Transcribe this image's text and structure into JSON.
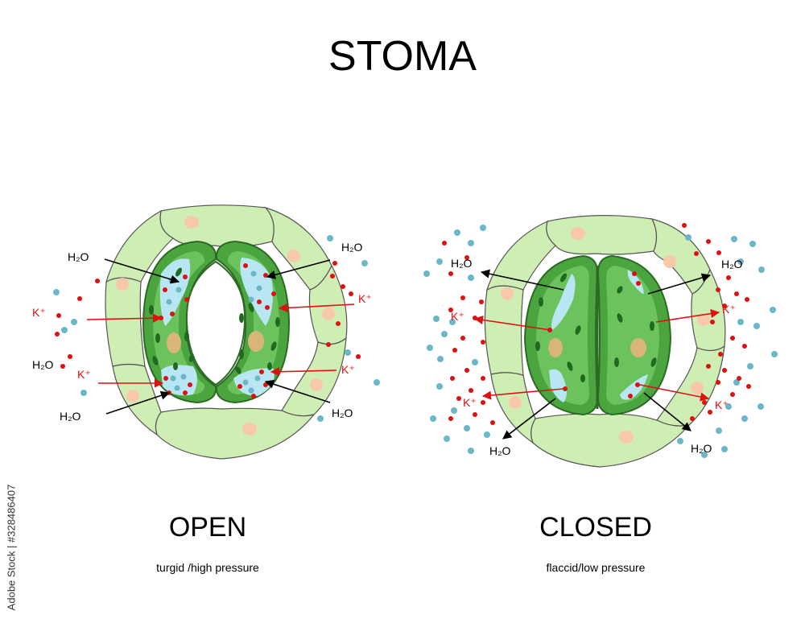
{
  "title": "STOMA",
  "watermark": "Adobe Stock | #328486407",
  "open": {
    "state_label": "OPEN",
    "description": "turgid /high pressure",
    "labels": {
      "water": "H₂O",
      "potassium": "K⁺"
    }
  },
  "closed": {
    "state_label": "CLOSED",
    "description": "flaccid/low pressure",
    "labels": {
      "water": "H₂O",
      "potassium": "K⁺"
    }
  },
  "colors": {
    "epidermal_cell": "#cfeeb3",
    "epidermal_outline": "#555555",
    "epidermal_nucleus": "#f7c9aa",
    "guard_cell_outer": "#4aa53f",
    "guard_cell_inner": "#6cc25c",
    "guard_cell_outline": "#2d6b25",
    "chloroplast": "#1f6a1f",
    "vacuole": "#b8e6f3",
    "guard_nucleus": "#d9b57a",
    "water_dot": "#6bb7c8",
    "potassium_dot": "#e01010",
    "potassium_arrow": "#e01010",
    "water_arrow": "#000000"
  }
}
